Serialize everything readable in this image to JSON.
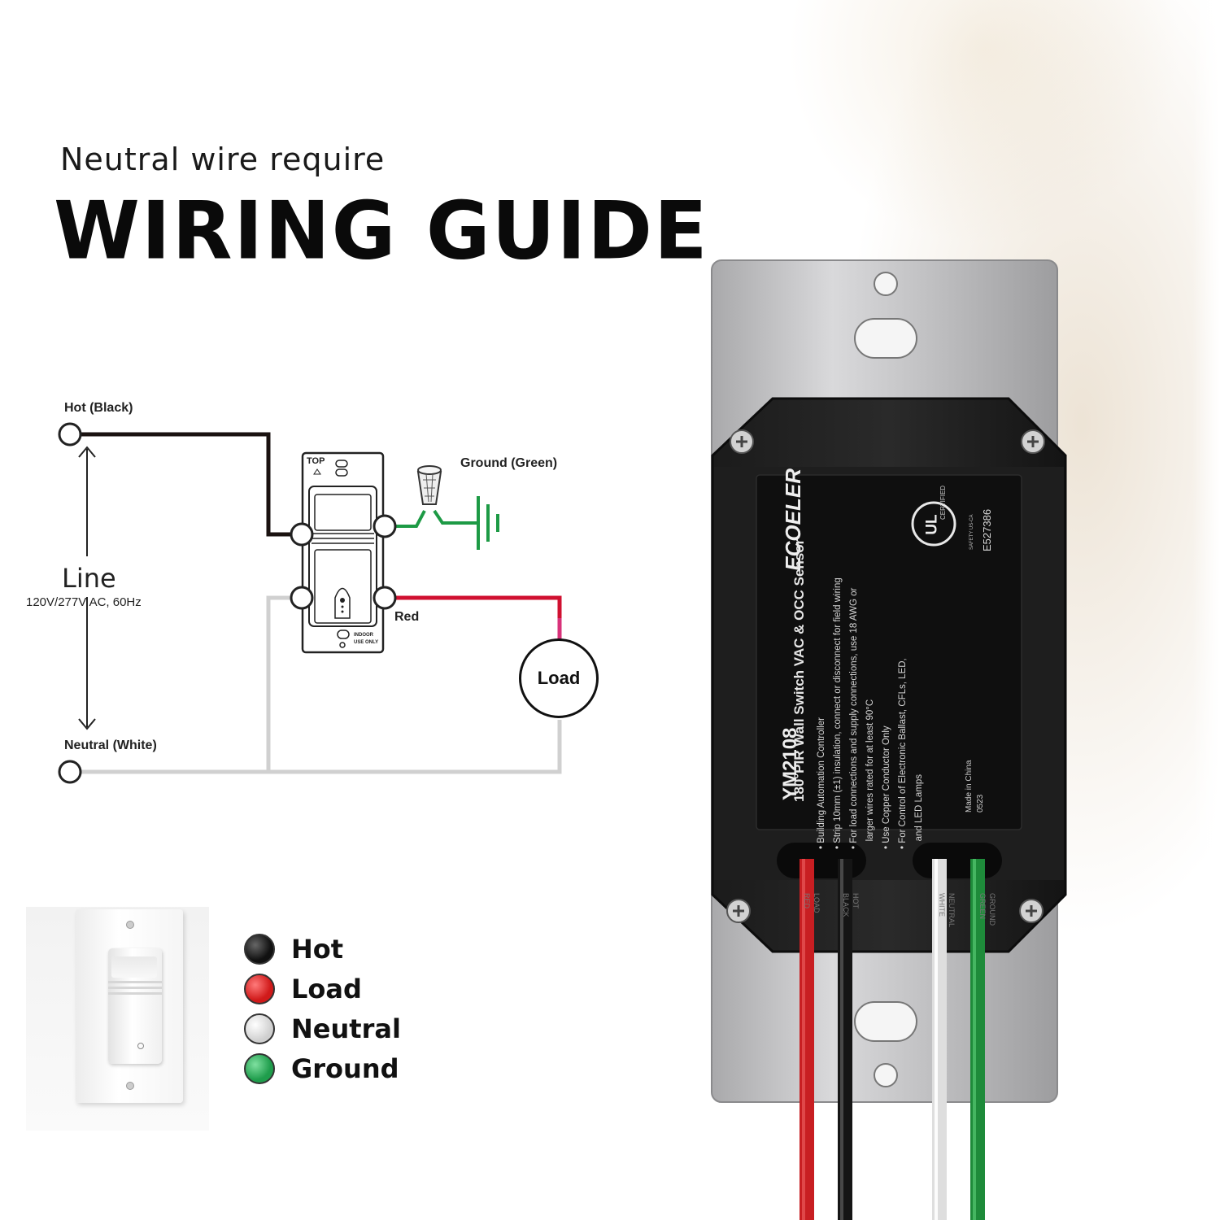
{
  "header": {
    "subtitle": "Neutral wire require",
    "title": "WIRING GUIDE"
  },
  "diagram": {
    "hot_label": "Hot (Black)",
    "neutral_label": "Neutral (White)",
    "ground_label": "Ground (Green)",
    "red_label": "Red",
    "line_label": "Line",
    "line_spec": "120V/277V AC, 60Hz",
    "load_label": "Load",
    "switch_top": "TOP",
    "switch_indoor": "INDOOR",
    "switch_use_only": "USE ONLY",
    "colors": {
      "hot": "#1a1210",
      "neutral": "#d0d0d0",
      "ground": "#1d9a45",
      "red": "#d01030",
      "pink": "#d8327a"
    }
  },
  "legend": [
    {
      "label": "Hot",
      "color": "#111111"
    },
    {
      "label": "Load",
      "color": "#d01a1a"
    },
    {
      "label": "Neutral",
      "color": "#d4d4d4"
    },
    {
      "label": "Ground",
      "color": "#1f9d4c"
    }
  ],
  "device": {
    "brand": "ECOELER",
    "model": "YM2108",
    "product": "180°PIR Wall Switch VAC & OCC Sensor",
    "bullets": [
      "• Building Automation Controller",
      "• Strip 10mm (±1) insulation, connect or disconnect for field wiring",
      "• For load connections and supply connections, use 18 AWG or",
      "   larger wires rated for at least 90°C",
      "• Use Copper Conductor Only",
      "• For Control of Electronic Ballast, CFLs, LED,",
      "   and LED Lamps"
    ],
    "made_in": "Made in China",
    "lot": "0523",
    "ul_mark": "UL",
    "ul_certified": "CERTIFIED",
    "ul_safety": "SAFETY US-CA",
    "ul_number": "E527386",
    "wire_labels": [
      {
        "top": "LOAD",
        "bottom": "RED"
      },
      {
        "top": "HOT",
        "bottom": "BLACK"
      },
      {
        "top": "NEUTRAL",
        "bottom": "WHITE"
      },
      {
        "top": "GROUND",
        "bottom": "GREEN"
      }
    ]
  }
}
